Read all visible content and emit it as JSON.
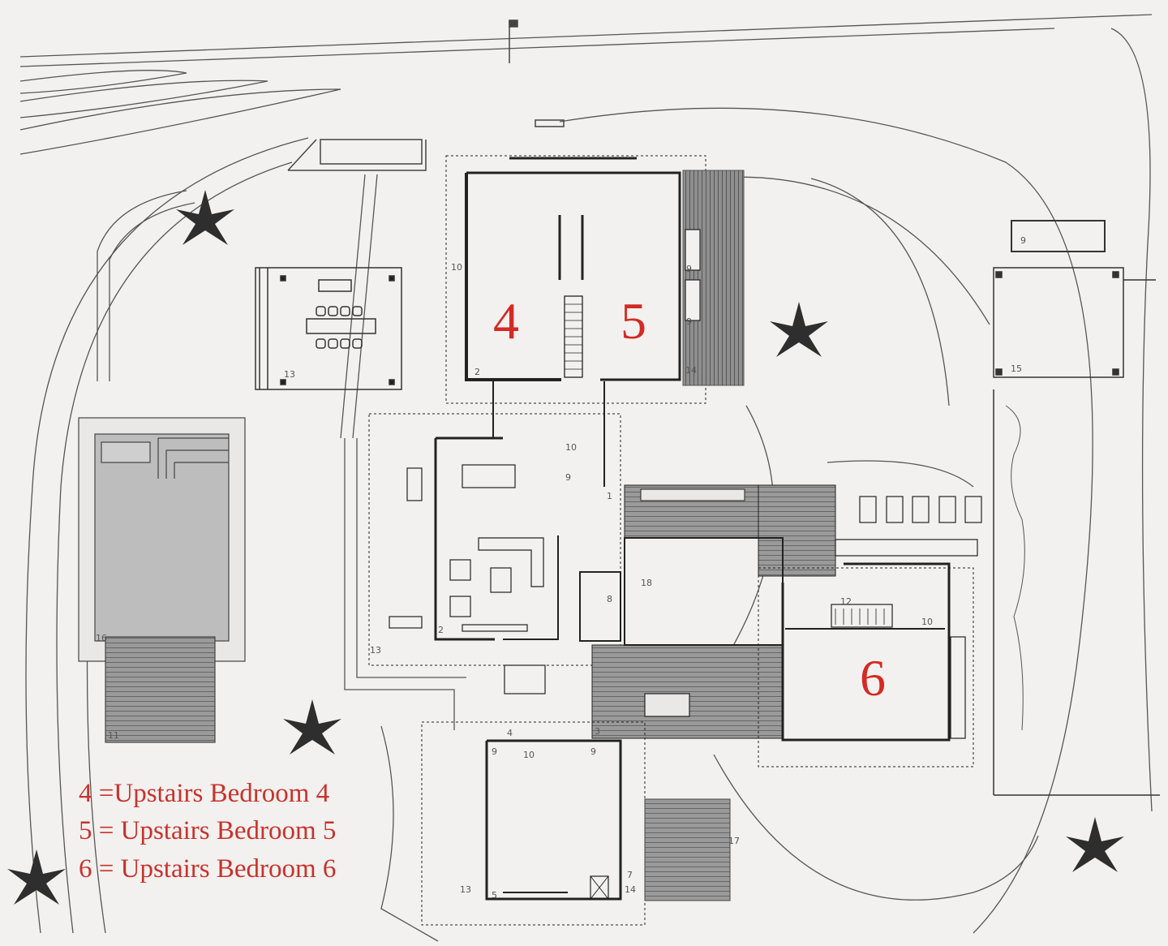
{
  "plan": {
    "room_markers": [
      {
        "id": "4",
        "text": "4"
      },
      {
        "id": "5",
        "text": "5"
      },
      {
        "id": "6",
        "text": "6"
      }
    ],
    "legend": [
      "4 =Upstairs Bedroom 4",
      "5 = Upstairs Bedroom 5",
      "6 = Upstairs Bedroom 6"
    ],
    "small_labels": {
      "l9a": "9",
      "l15": "15",
      "l10a": "10",
      "l9b": "9",
      "l9c": "9",
      "l2a": "2",
      "l14a": "14",
      "l13a": "13",
      "l10b": "10",
      "l9d": "9",
      "l1": "1",
      "l8": "8",
      "l2b": "2",
      "l13b": "13",
      "l18": "18",
      "l12": "12",
      "l10c": "10",
      "l16": "16",
      "l11": "11",
      "l4": "4",
      "l3": "3",
      "l9e": "9",
      "l10d": "10",
      "l9f": "9",
      "l7": "7",
      "l17": "17",
      "l14b": "14",
      "l5": "5",
      "l13c": "13"
    },
    "colors": {
      "marker_red": "#d42a24",
      "legend_red": "#c9322c",
      "paper": "#f2f1ef"
    }
  }
}
